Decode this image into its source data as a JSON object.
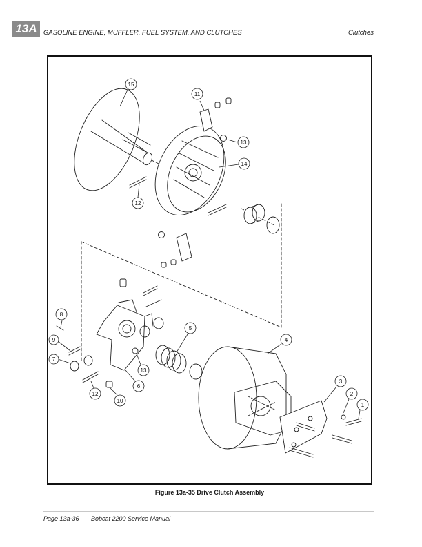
{
  "header": {
    "chapter_tab": "13A",
    "section_title": "GASOLINE ENGINE, MUFFLER, FUEL SYSTEM, AND CLUTCHES",
    "topic": "Clutches"
  },
  "figure": {
    "caption": "Figure 13a-35   Drive Clutch Assembly",
    "callouts": [
      "15",
      "11",
      "13",
      "14",
      "12",
      "8",
      "9",
      "7",
      "13",
      "12",
      "10",
      "6",
      "5",
      "4",
      "3",
      "2",
      "1"
    ]
  },
  "footer": {
    "page_number": "Page 13a-36",
    "manual_title": "Bobcat 2200 Service Manual"
  }
}
